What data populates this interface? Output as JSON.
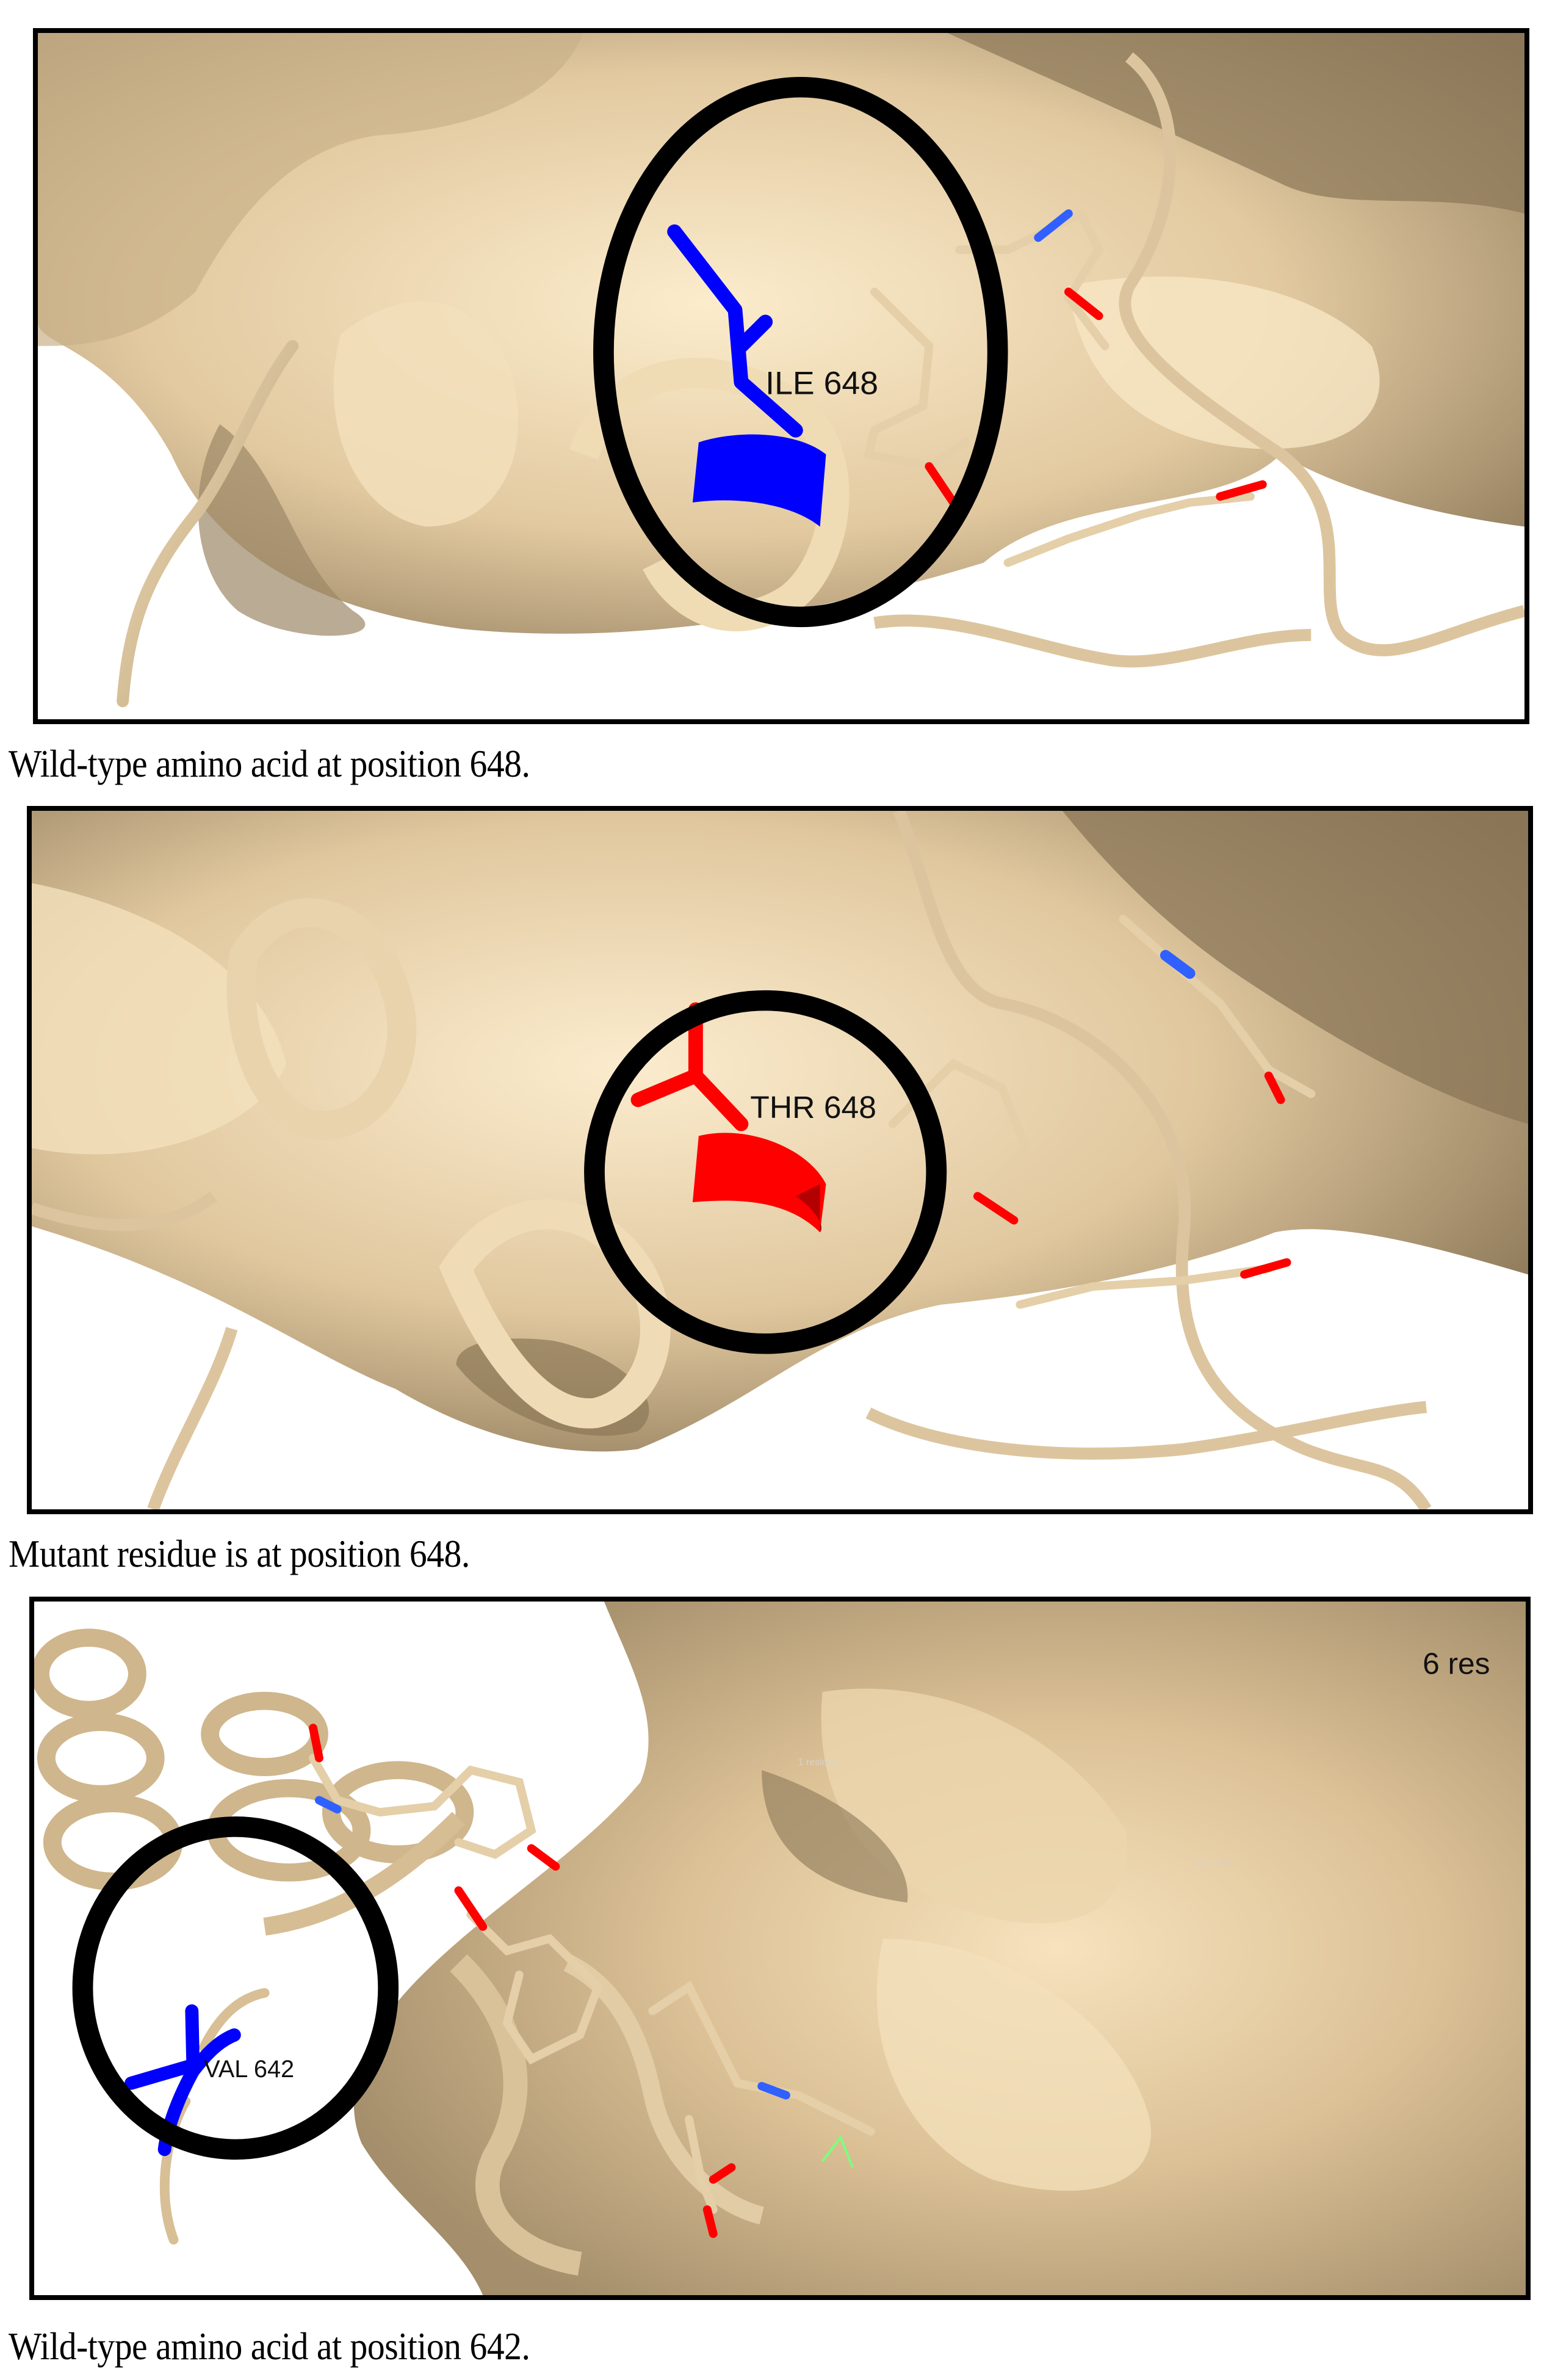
{
  "figure": {
    "panels": [
      {
        "id": "wild-type-648",
        "residue_label": "ILE 648",
        "residue_color": "#0000ff",
        "caption": "Wild-type amino acid at position 648."
      },
      {
        "id": "mutant-648",
        "residue_label": "THR 648",
        "residue_color": "#ff0000",
        "caption": "Mutant residue is at position 648."
      },
      {
        "id": "wild-type-642",
        "residue_label": "VAL 642",
        "residue_color": "#0000ff",
        "caption": "Wild-type amino acid at position 642.",
        "extra_labels": {
          "residue_count": "6 res",
          "one_residue": "1 residue",
          "faint_val": "VAL 1642"
        }
      }
    ],
    "colors": {
      "protein_surface": "#d8bf96",
      "protein_surface_light": "#f5e2bd",
      "protein_surface_dark": "#7d6a4e",
      "oxygen": "#ff0000",
      "nitrogen": "#3060ff",
      "highlight_ring": "#000000"
    }
  }
}
